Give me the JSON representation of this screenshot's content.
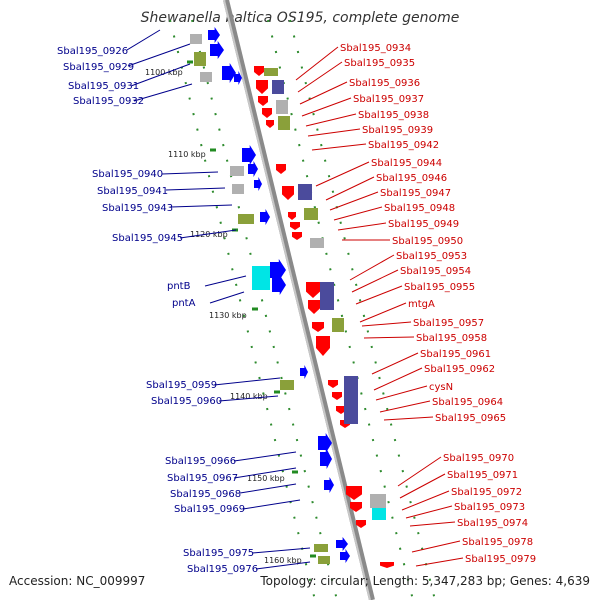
{
  "title": "Shewanella baltica OS195, complete genome",
  "footer": {
    "accession": "Accession: NC_009997",
    "summary": "Topology: circular; Length: 5,347,283 bp; Genes: 4,639"
  },
  "colors": {
    "backbone": "#999999",
    "forward_cds": "#0000ff",
    "reverse_cds": "#ff0000",
    "tick": "#228b22",
    "label_left": "#00008b",
    "label_right": "#cc0000",
    "cog_navy": "#4b4b9c",
    "cog_olive": "#8aa03a",
    "cog_gray": "#b0b0b0",
    "cog_cyan": "#00e5e5"
  },
  "scale_ticks": [
    "1100 kbp",
    "1110 kbp",
    "1120 kbp",
    "1130 kbp",
    "1140 kbp",
    "1150 kbp",
    "1160 kbp"
  ],
  "left_labels": [
    "Sbal195_0926",
    "Sbal195_0929",
    "Sbal195_0931",
    "Sbal195_0932",
    "Sbal195_0940",
    "Sbal195_0941",
    "Sbal195_0943",
    "Sbal195_0945",
    "pntB",
    "pntA",
    "Sbal195_0959",
    "Sbal195_0960",
    "Sbal195_0966",
    "Sbal195_0967",
    "Sbal195_0968",
    "Sbal195_0969",
    "Sbal195_0975",
    "Sbal195_0976"
  ],
  "right_labels": [
    "Sbal195_0934",
    "Sbal195_0935",
    "Sbal195_0936",
    "Sbal195_0937",
    "Sbal195_0938",
    "Sbal195_0939",
    "Sbal195_0942",
    "Sbal195_0944",
    "Sbal195_0946",
    "Sbal195_0947",
    "Sbal195_0948",
    "Sbal195_0949",
    "Sbal195_0950",
    "Sbal195_0953",
    "Sbal195_0954",
    "Sbal195_0955",
    "mtgA",
    "Sbal195_0957",
    "Sbal195_0958",
    "Sbal195_0961",
    "Sbal195_0962",
    "cysN",
    "Sbal195_0964",
    "Sbal195_0965",
    "Sbal195_0970",
    "Sbal195_0971",
    "Sbal195_0972",
    "Sbal195_0973",
    "Sbal195_0974",
    "Sbal195_0978",
    "Sbal195_0979"
  ]
}
